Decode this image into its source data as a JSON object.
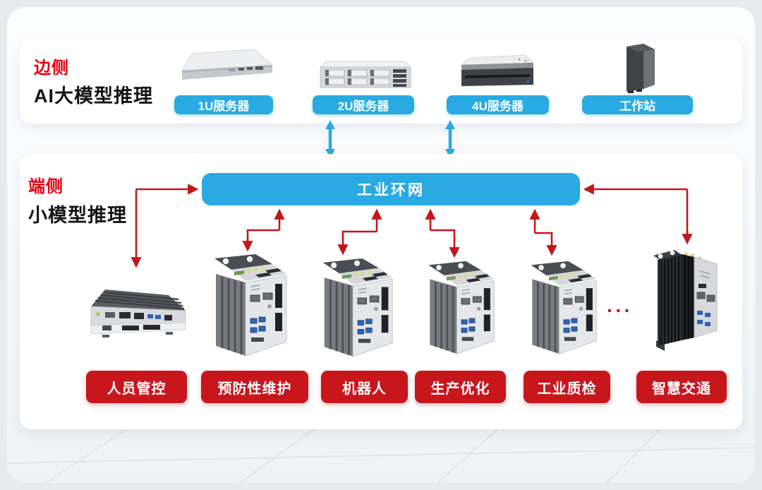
{
  "edge_section": {
    "tag": "边侧",
    "title": "AI大模型推理",
    "devices": [
      {
        "label": "1U服务器",
        "icon": "server-1u-icon"
      },
      {
        "label": "2U服务器",
        "icon": "server-2u-icon"
      },
      {
        "label": "4U服务器",
        "icon": "server-4u-icon"
      },
      {
        "label": "工作站",
        "icon": "workstation-tower-icon"
      }
    ]
  },
  "end_section": {
    "tag": "端侧",
    "title": "小模型推理",
    "network_bar_label": "工业环网",
    "ellipsis": "···",
    "devices": [
      {
        "icon": "box-pc-icon"
      },
      {
        "icon": "din-rail-pc-icon"
      },
      {
        "icon": "din-rail-pc-icon"
      },
      {
        "icon": "din-rail-pc-icon"
      },
      {
        "icon": "din-rail-pc-icon"
      },
      {
        "icon": "heatsink-pc-icon"
      }
    ],
    "applications": [
      {
        "label": "人员管控"
      },
      {
        "label": "预防性维护"
      },
      {
        "label": "机器人"
      },
      {
        "label": "生产优化"
      },
      {
        "label": "工业质检"
      },
      {
        "label": "智慧交通"
      }
    ]
  },
  "colors": {
    "accent_cyan": "#29aae3",
    "button_red": "#c8161d",
    "tag_red": "#e60012",
    "arrow_red": "#c3161c",
    "text_dark": "#141414"
  }
}
